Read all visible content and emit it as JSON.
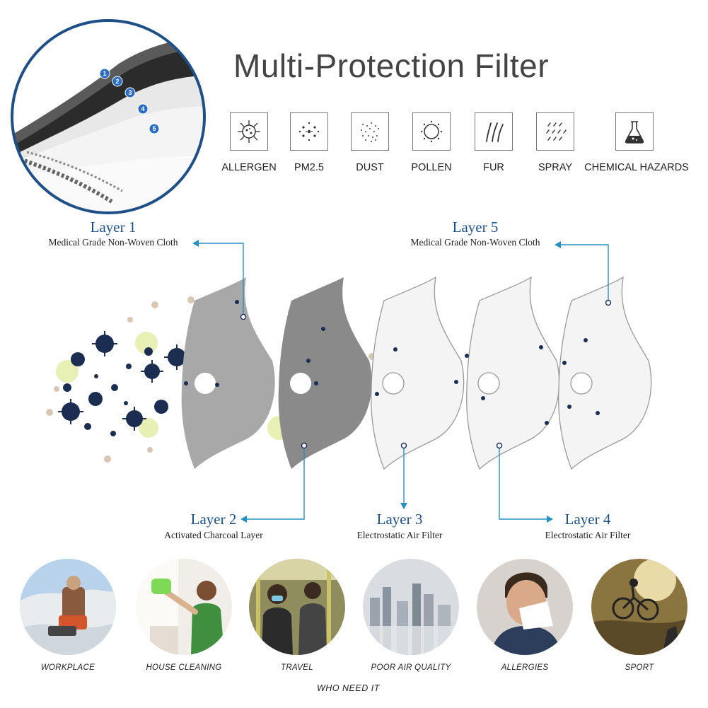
{
  "title": "Multi-Protection Filter",
  "callout_numbers": [
    "1",
    "2",
    "3",
    "4",
    "5"
  ],
  "protections": [
    {
      "label": "ALLERGEN",
      "icon": "virus-icon"
    },
    {
      "label": "PM2.5",
      "icon": "particles-icon"
    },
    {
      "label": "DUST",
      "icon": "dust-icon"
    },
    {
      "label": "POLLEN",
      "icon": "pollen-icon"
    },
    {
      "label": "FUR",
      "icon": "fur-icon"
    },
    {
      "label": "SPRAY",
      "icon": "spray-icon"
    },
    {
      "label": "CHEMICAL HAZARDS",
      "icon": "flask-icon"
    }
  ],
  "layers": [
    {
      "title": "Layer 1",
      "desc": "Medical Grade Non-Woven Cloth"
    },
    {
      "title": "Layer 2",
      "desc": "Activated Charcoal Layer"
    },
    {
      "title": "Layer 3",
      "desc": "Electrostatic Air Filter"
    },
    {
      "title": "Layer 4",
      "desc": "Electrostatic Air Filter"
    },
    {
      "title": "Layer 5",
      "desc": "Medical Grade Non-Woven Cloth"
    }
  ],
  "uses": [
    "WORKPLACE",
    "HOUSE CLEANING",
    "TRAVEL",
    "POOR AIR QUALITY",
    "ALLERGIES",
    "SPORT"
  ],
  "footer": "WHO NEED IT",
  "colors": {
    "accent_blue": "#1e4f86",
    "arrow_blue": "#2a8fc0",
    "layer_gray": "#a8a8a8",
    "charcoal_gray": "#8a8a8a",
    "filter_white": "#f4f4f4"
  }
}
